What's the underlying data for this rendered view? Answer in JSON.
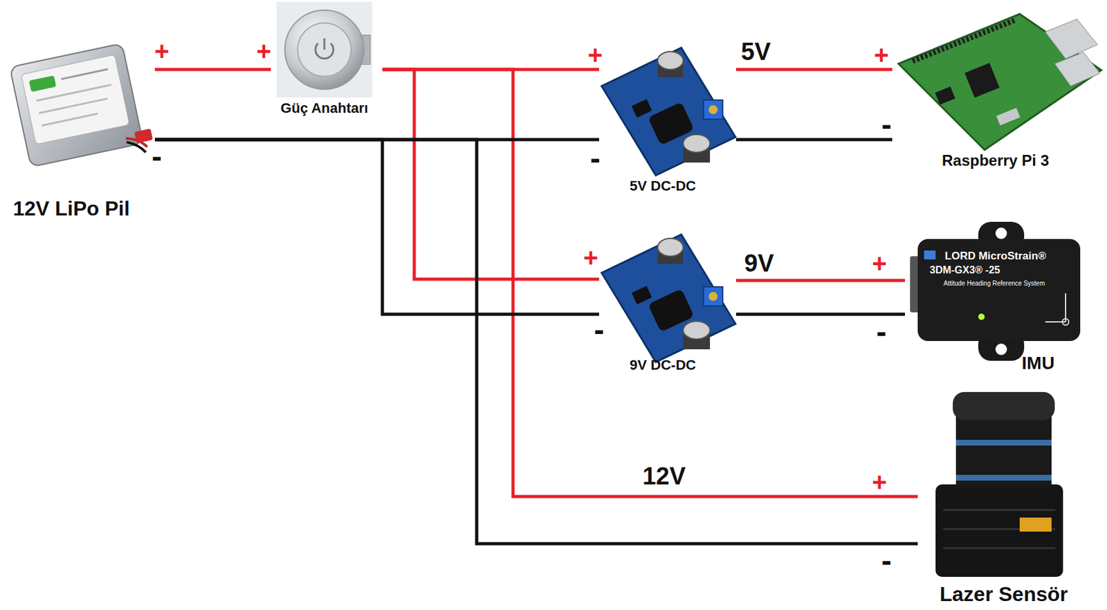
{
  "diagram": {
    "nodes": [
      {
        "text": [
          "12V LiPo Pil"
        ]
      },
      {
        "text": [
          "Güç Anahtarı"
        ]
      },
      {
        "text": [
          "5V DC-DC"
        ]
      },
      {
        "text": [
          "Raspberry Pi 3"
        ]
      },
      {
        "text": [
          "9V DC-DC"
        ]
      },
      {
        "text": [
          "IMU"
        ]
      },
      {
        "text": [
          "Lazer Sensör"
        ]
      }
    ],
    "edges": [
      {
        "from": 0,
        "to": 1,
        "arrow": "none"
      },
      {
        "from": 1,
        "to": 2,
        "arrow": "none"
      },
      {
        "from": 1,
        "to": 4,
        "arrow": "none"
      },
      {
        "from": 1,
        "to": 6,
        "label": "12V",
        "arrow": "none"
      },
      {
        "from": 0,
        "to": 2,
        "arrow": "none"
      },
      {
        "from": 0,
        "to": 4,
        "arrow": "none"
      },
      {
        "from": 0,
        "to": 6,
        "arrow": "none"
      },
      {
        "from": 2,
        "to": 3,
        "label": "5V",
        "arrow": "none"
      },
      {
        "from": 2,
        "to": 3,
        "arrow": "none"
      },
      {
        "from": 4,
        "to": 5,
        "label": "9V",
        "arrow": "none"
      },
      {
        "from": 4,
        "to": 5,
        "arrow": "none"
      }
    ],
    "labels": [
      "+",
      "-",
      "+",
      "+",
      "-",
      "+",
      "-",
      "+",
      "-",
      "+",
      "-",
      "+",
      "-",
      "LORD MicroStrain®",
      "3DM-GX3® -25",
      "Attitude Heading Reference System"
    ]
  }
}
